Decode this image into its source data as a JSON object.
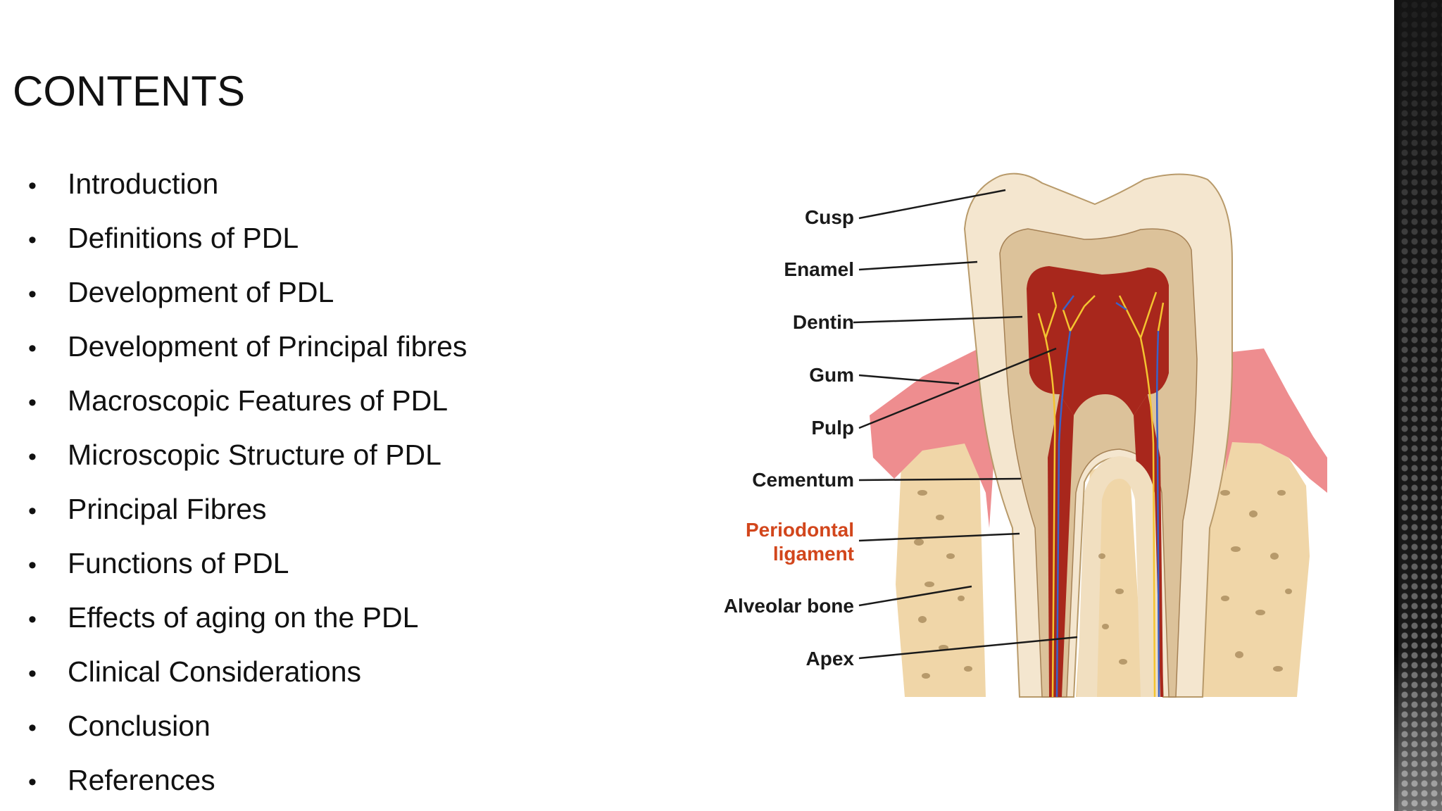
{
  "slide": {
    "title": "CONTENTS",
    "bullet_symbol": "•",
    "items": [
      "Introduction",
      "Definitions of PDL",
      "Development of PDL",
      "Development of Principal fibres",
      "Macroscopic Features of PDL",
      "Microscopic Structure of PDL",
      "Principal Fibres",
      "Functions of PDL",
      "Effects of aging on the PDL",
      "Clinical Considerations",
      "Conclusion",
      "References"
    ]
  },
  "diagram": {
    "labels": {
      "cusp": "Cusp",
      "enamel": "Enamel",
      "dentin": "Dentin",
      "gum": "Gum",
      "pulp": "Pulp",
      "cementum": "Cementum",
      "pdl_line1": "Periodontal",
      "pdl_line2": "ligament",
      "alveolar_bone": "Alveolar bone",
      "apex": "Apex"
    },
    "colors": {
      "enamel": "#f4e6cf",
      "dentin": "#dcc29a",
      "pulp": "#a8271c",
      "gum": "#ee8d8f",
      "bone": "#f0d6a8",
      "highlight_label": "#d2461c"
    }
  }
}
